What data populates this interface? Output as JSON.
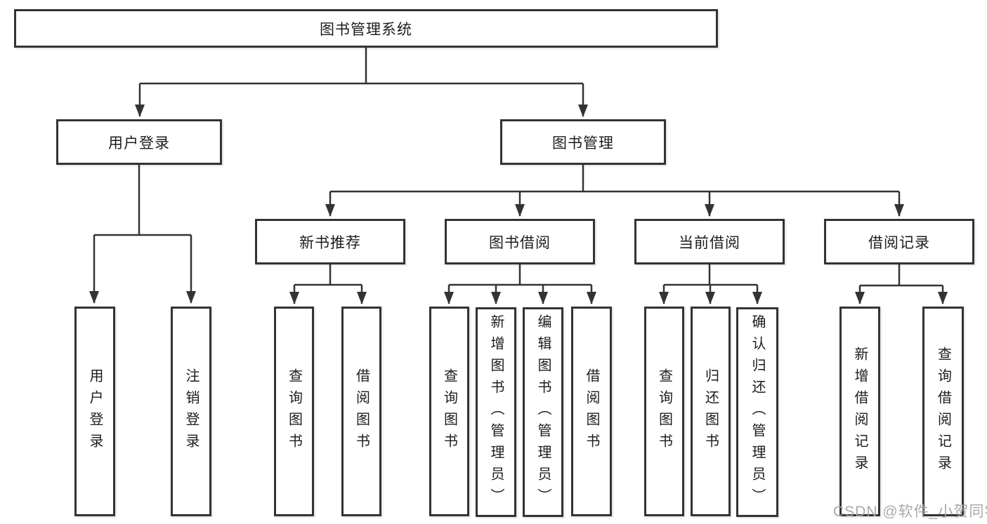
{
  "diagram": {
    "root": "图书管理系统",
    "user_login": {
      "label": "用户登录",
      "children": [
        "用户登录",
        "注销登录"
      ]
    },
    "book_management": {
      "label": "图书管理",
      "new_book_recommend": {
        "label": "新书推荐",
        "children": [
          "查询图书",
          "借阅图书"
        ]
      },
      "book_borrowing": {
        "label": "图书借阅",
        "children": [
          "查询图书",
          "新增图书（管理员）",
          "编辑图书（管理员）",
          "借阅图书"
        ]
      },
      "current_borrowing": {
        "label": "当前借阅",
        "children": [
          "查询图书",
          "归还图书",
          "确认归还（管理员）"
        ]
      },
      "borrowing_records": {
        "label": "借阅记录",
        "children": [
          "新增借阅记录",
          "查询借阅记录"
        ]
      }
    }
  },
  "watermark": "CSDN @软件_小贺同学",
  "colors": {
    "line": "#333333",
    "text": "#1c1c1c",
    "background": "#ffffff",
    "watermark": "#a3a3a3"
  }
}
